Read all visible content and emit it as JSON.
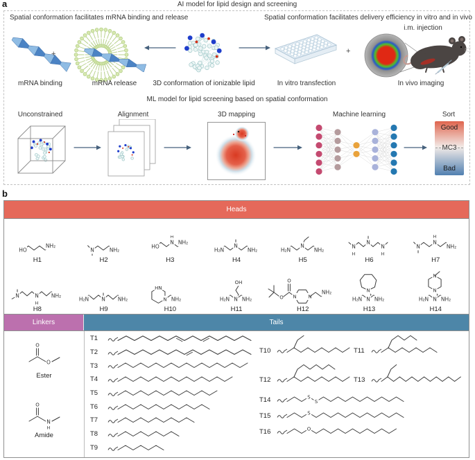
{
  "panel_a": {
    "label": "a",
    "title": "AI model for lipid design and screening",
    "binding_caption": "Spatial conformation facilitates mRNA binding and release",
    "delivery_caption": "Spatial conformation facilitates delivery efficiency in vitro and in vivo",
    "plus_left": "+",
    "plus_right": "+",
    "labels": {
      "mrna_binding": "mRNA binding",
      "mrna_release": "mRNA release",
      "conformation": "3D conformation of ionizable lipid",
      "in_vitro": "In vitro transfection",
      "in_vivo": "In vivo imaging",
      "injection": "i.m. injection"
    },
    "ml": {
      "title": "ML model for lipid screening based on spatial conformation",
      "steps": [
        "Unconstrained",
        "Alignment",
        "3D mapping",
        "Machine learning",
        "Sort"
      ],
      "sort": {
        "top": "Good",
        "mid": "MC3",
        "bottom": "Bad",
        "top_color": "#df654e",
        "mid_color": "#f2ebe8",
        "bottom_color": "#5180b1"
      },
      "network": {
        "layers": [
          6,
          5,
          2,
          5,
          6
        ],
        "colors": [
          "#c44a70",
          "#b49b9d",
          "#e9a23b",
          "#a9b2da",
          "#2478b1"
        ]
      }
    }
  },
  "panel_b": {
    "label": "b",
    "heads": {
      "header": "Heads",
      "color": "#e5695a",
      "row1": [
        {
          "label": "H1",
          "segs": 5,
          "atoms": [
            {
              "v": 0,
              "t": "HO"
            },
            {
              "v": 5,
              "t": "NH₂"
            }
          ]
        },
        {
          "label": "H2",
          "segs": 4,
          "atoms": [
            {
              "v": 0,
              "t": "N"
            },
            {
              "v": 4,
              "t": "NH₂"
            }
          ],
          "methyls": [
            {
              "v": 0,
              "ang": -135
            },
            {
              "v": 0,
              "ang": 90
            }
          ]
        },
        {
          "label": "H3",
          "segs": 5,
          "atoms": [
            {
              "v": 0,
              "t": "HO"
            },
            {
              "v": 3,
              "t": "N",
              "h": true
            },
            {
              "v": 5,
              "t": "NH₂"
            }
          ]
        },
        {
          "label": "H4",
          "segs": 6,
          "atoms": [
            {
              "v": 0,
              "t": "H₂N"
            },
            {
              "v": 3,
              "t": "N"
            },
            {
              "v": 6,
              "t": "NH₂"
            }
          ],
          "methyls": [
            {
              "v": 3,
              "ang": -90
            }
          ]
        },
        {
          "label": "H5",
          "segs": 6,
          "atoms": [
            {
              "v": 0,
              "t": "H₂N"
            },
            {
              "v": 3,
              "t": "N"
            },
            {
              "v": 6,
              "t": "NH₂"
            }
          ],
          "ethyl": {
            "v": 3
          }
        },
        {
          "label": "H6",
          "segs": 8,
          "flip": true,
          "atoms": [
            {
              "v": 1,
              "t": "N",
              "h": true
            },
            {
              "v": 4,
              "t": "N"
            },
            {
              "v": 7,
              "t": "N",
              "h": true
            }
          ],
          "methyls": [
            {
              "v": 4,
              "ang": -90
            }
          ]
        },
        {
          "label": "H7",
          "segs": 6,
          "atoms": [
            {
              "v": 0,
              "t": "N"
            },
            {
              "v": 3,
              "t": "N",
              "h": true
            },
            {
              "v": 6,
              "t": "NH₂"
            }
          ],
          "methyls": [
            {
              "v": 0,
              "ang": -135
            },
            {
              "v": 0,
              "ang": 90
            }
          ]
        }
      ],
      "row2": [
        {
          "label": "H8",
          "segs": 8,
          "atoms": [
            {
              "v": 0,
              "t": "N"
            },
            {
              "v": 4,
              "t": "N",
              "h": true
            },
            {
              "v": 8,
              "t": "NH₂"
            }
          ],
          "methyls": [
            {
              "v": 0,
              "ang": -90
            },
            {
              "v": 0,
              "ang": 150
            }
          ]
        },
        {
          "label": "H9",
          "segs": 8,
          "atoms": [
            {
              "v": 0,
              "t": "H₂N"
            },
            {
              "v": 4,
              "t": "N"
            },
            {
              "v": 8,
              "t": "NH₂"
            }
          ],
          "methyls": [
            {
              "v": 4,
              "ang": -90
            }
          ]
        },
        {
          "label": "H10",
          "segs": 2,
          "atoms": [
            {
              "v": 2,
              "t": "NH₂"
            }
          ],
          "start_ring": {
            "size": 6,
            "attach": "N",
            "far": "HN"
          }
        },
        {
          "label": "H11",
          "segs": 4,
          "atoms": [
            {
              "v": 0,
              "t": "H₂N"
            },
            {
              "v": 2,
              "t": "N"
            },
            {
              "v": 4,
              "t": "NH₂"
            }
          ],
          "branch": {
            "v": 2,
            "len": 3,
            "end": "OH"
          }
        },
        {
          "label": "H12",
          "special": "boc",
          "atoms_seq": [
            "O",
            "O",
            "N",
            "N",
            "NH₂"
          ]
        },
        {
          "label": "H13",
          "segs": 4,
          "atoms": [
            {
              "v": 0,
              "t": "H₂N"
            },
            {
              "v": 2,
              "t": "N"
            },
            {
              "v": 4,
              "t": "NH₂"
            }
          ],
          "branch": {
            "v": 2,
            "len": 2,
            "ring": {
              "size": 7,
              "attach": "N"
            }
          }
        },
        {
          "label": "H14",
          "segs": 4,
          "atoms": [
            {
              "v": 0,
              "t": "H₂N"
            },
            {
              "v": 2,
              "t": "N"
            },
            {
              "v": 4,
              "t": "NH₂"
            }
          ],
          "branch": {
            "v": 2,
            "len": 2,
            "ring": {
              "size": 6,
              "attach": "N",
              "far": "N",
              "methyl": true
            }
          }
        }
      ]
    },
    "linkers": {
      "header": "Linkers",
      "color": "#bc70ae",
      "items": [
        {
          "label": "Ester",
          "carbonyl": "O",
          "bridge": "O"
        },
        {
          "label": "Amide",
          "carbonyl": "O",
          "bridge": "N",
          "bridge_h": "H"
        }
      ]
    },
    "tails": {
      "header": "Tails",
      "color": "#4d86a8",
      "items": [
        {
          "label": "T1",
          "segs": 16,
          "doubles": [
            7,
            10
          ]
        },
        {
          "label": "T2",
          "segs": 16,
          "doubles": [
            8
          ]
        },
        {
          "label": "T3",
          "segs": 17
        },
        {
          "label": "T4",
          "segs": 15
        },
        {
          "label": "T5",
          "segs": 13
        },
        {
          "label": "T6",
          "segs": 12
        },
        {
          "label": "T7",
          "segs": 10
        },
        {
          "label": "T8",
          "segs": 8
        },
        {
          "label": "T9",
          "segs": 6
        },
        {
          "label": "T10",
          "segs": 9,
          "branch_len": 2
        },
        {
          "label": "T11",
          "segs": 8,
          "branch_len": 5
        },
        {
          "label": "T12",
          "segs": 9,
          "branch_len": 7
        },
        {
          "label": "T13",
          "segs": 13,
          "branch_len": 2
        },
        {
          "label": "T14",
          "segs": 16,
          "hetero": [
            {
              "v": 3,
              "t": "S"
            },
            {
              "v": 4,
              "t": "S"
            }
          ]
        },
        {
          "label": "T15",
          "segs": 16,
          "hetero": [
            {
              "v": 3,
              "t": "S"
            }
          ]
        },
        {
          "label": "T16",
          "segs": 15,
          "hetero": [
            {
              "v": 3,
              "t": "O"
            }
          ]
        }
      ]
    }
  }
}
